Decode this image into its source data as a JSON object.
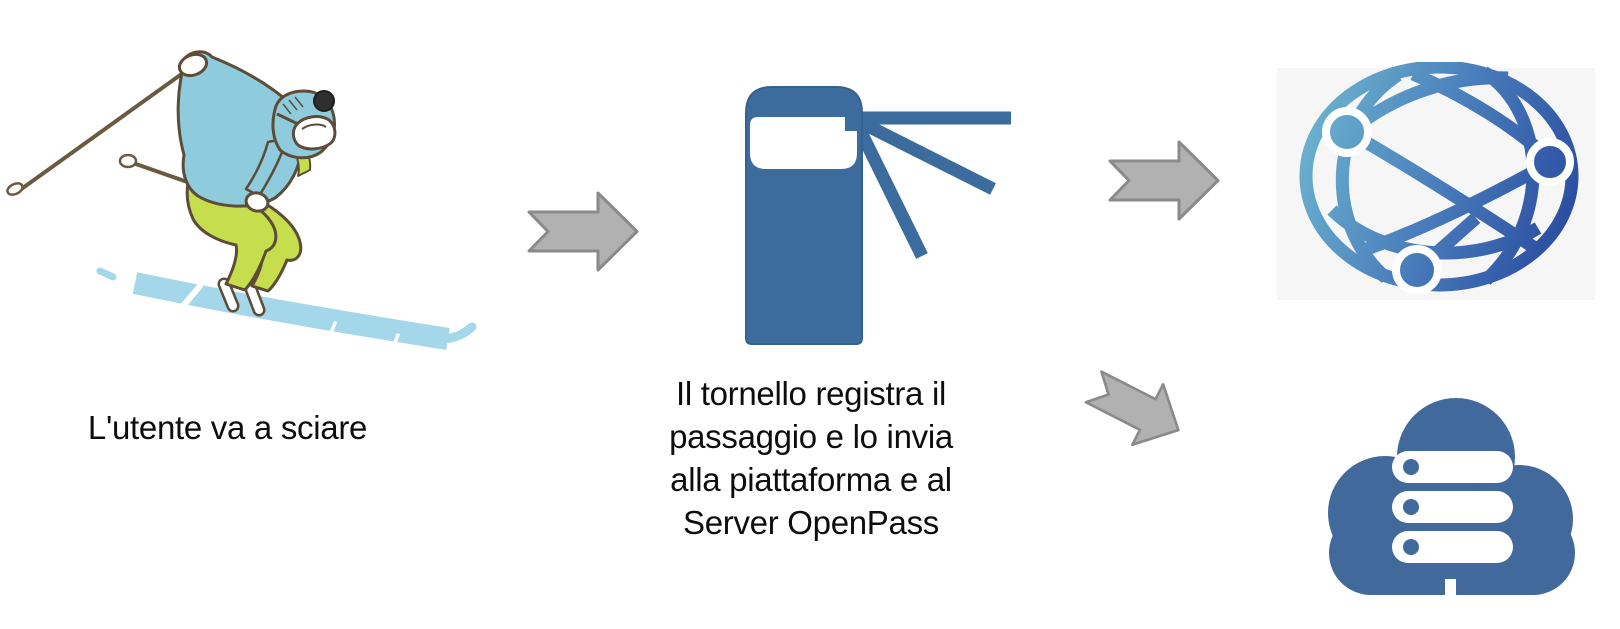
{
  "skier": {
    "caption": "L'utente va a sciare"
  },
  "turnstile": {
    "caption": "Il tornello registra il passaggio e lo invia alla piattaforma e al Server OpenPass",
    "caption_lines": [
      "Il tornello registra il",
      "passaggio e lo invia",
      "alla piattaforma e al",
      "Server OpenPass"
    ]
  },
  "icons": {
    "skier": "skier-illustration",
    "arrow": "notched-right-arrow",
    "turnstile": "turnstile-gate",
    "globe": "network-globe",
    "cloud_server": "cloud-server"
  },
  "colors": {
    "background": "#ffffff",
    "text": "#0d0d0d",
    "arrow_fill": "#b1b1b1",
    "arrow_stroke": "#8a8a8a",
    "turnstile_blue": "#3c6b9d",
    "cloud_blue": "#41699b",
    "globe_gradient_start": "#6db4cf",
    "globe_gradient_end": "#2b4da1",
    "globe_backdrop": "#f6f6f6",
    "jacket_blue": "#8ecbdc",
    "pants_green": "#c6dd4e",
    "ski_blue": "#a3d7e9",
    "outline_brown": "#5d4c38"
  }
}
